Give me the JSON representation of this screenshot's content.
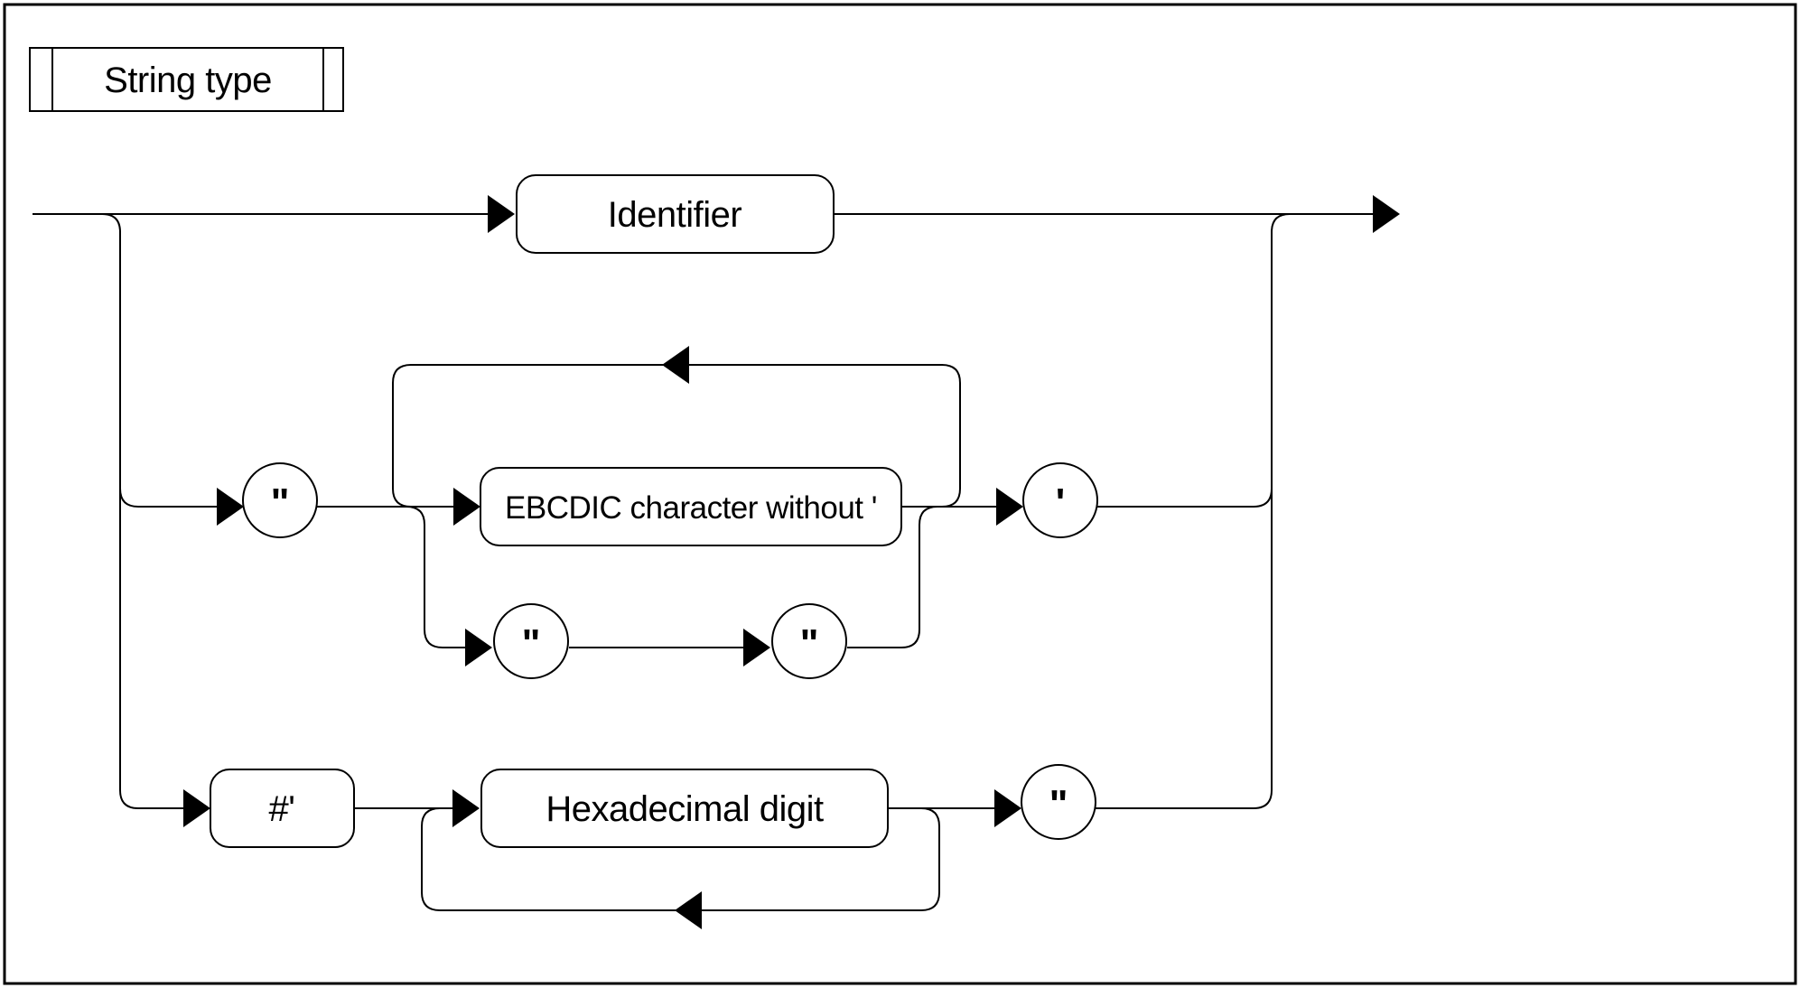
{
  "page": {
    "background_color": "#ffffff",
    "line_color": "#000000"
  },
  "title_box": {
    "label": "String type"
  },
  "nodes": {
    "identifier": "Identifier",
    "open_double_quote": "\"",
    "ebcdic_char": "EBCDIC character without '",
    "close_single_quote": "'",
    "escape_double_quote_1": "\"",
    "escape_double_quote_2": "\"",
    "hash_quote": "#'",
    "hex_digit": "Hexadecimal digit",
    "close_double_quote": "\""
  }
}
